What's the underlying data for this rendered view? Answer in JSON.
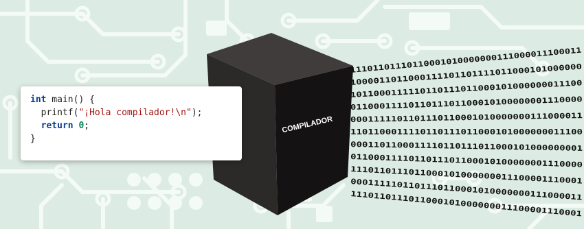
{
  "code": {
    "line1_kw": "int",
    "line1_rest": " main() {",
    "line2_indent": "  ",
    "line2_call": "printf(",
    "line2_str": "\"¡Hola compilador!",
    "line2_esc": "\\n",
    "line2_strend": "\"",
    "line2_end": ");",
    "line3_indent": "  ",
    "line3_kw": "return",
    "line3_space": " ",
    "line3_num": "0",
    "line3_end": ";",
    "line4": "}"
  },
  "cube": {
    "label": "COMPILADOR"
  },
  "binary_lines": [
    "11101101110110001010000000111000011100011",
    "1000011011000111101101111011000101000000",
    "1011000111110110111011000101000000011100",
    "0110001111011011101100010100000001110000",
    "0001111101101110110001010000000111000011",
    "1101100011110110111011000101000000011100",
    "0001101100011110110111011000101000000001",
    "0110001111011011101100010100000001110000",
    "1110110111011000101000000011100001110001",
    "0001111101101110110001010000000111000011",
    "1110110111011000101000000011100001110001"
  ],
  "colors": {
    "background": "#dcebe3",
    "circuit": "#f4faf6",
    "cube_front": "#2c2929",
    "cube_top": "#403c3c",
    "cube_side": "#141212",
    "binary_text": "#111111"
  }
}
